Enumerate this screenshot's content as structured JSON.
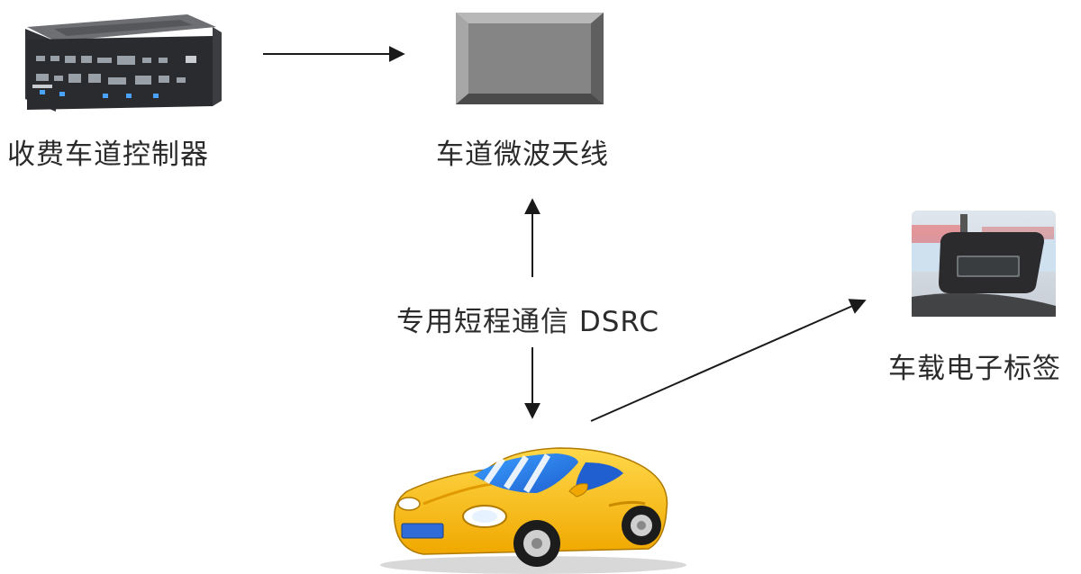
{
  "nodes": {
    "controller": {
      "label": "收费车道控制器",
      "icon": "industrial-pc-icon"
    },
    "antenna": {
      "label": "车道微波天线",
      "icon": "microwave-antenna-panel-icon"
    },
    "tag": {
      "label": "车载电子标签",
      "icon": "obu-tag-photo-icon"
    },
    "car": {
      "icon": "yellow-sports-car-icon"
    }
  },
  "link": {
    "dsrc_label": "专用短程通信 DSRC"
  },
  "colors": {
    "car_body": "#f7c21a",
    "car_plate": "#2f6cd8",
    "antenna_face": "#888888",
    "arrow": "#1a1a1a",
    "text": "#2b2b2b"
  }
}
